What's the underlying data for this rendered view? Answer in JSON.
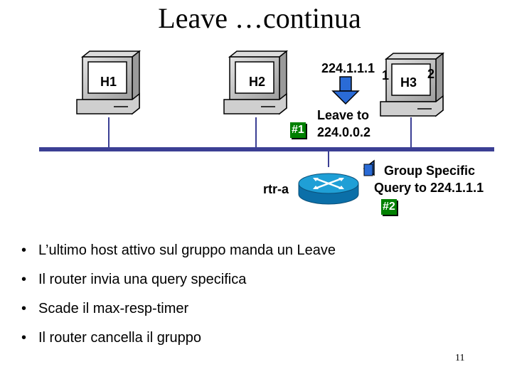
{
  "title": "Leave …continua",
  "hosts": {
    "h1": "H1",
    "h2": "H2",
    "h3": "H3"
  },
  "group_address": "224.1.1.1",
  "h3_side_labels": [
    "1",
    "2"
  ],
  "leave_message": {
    "line1": "Leave to",
    "line2": "224.0.0.2"
  },
  "router_label": "rtr-a",
  "query_message": {
    "line1": "Group Specific",
    "line2": "Query to 224.1.1.1"
  },
  "badges": {
    "first": "#1",
    "second": "#2"
  },
  "bullets": [
    "L’ultimo host attivo sul gruppo manda un Leave",
    "Il router invia una query specifica",
    "Scade il max-resp-timer",
    "Il router cancella il gruppo"
  ],
  "page_number": "11",
  "colors": {
    "lan_line": "#3b3f94",
    "router_fill": "#1f9fd6",
    "badge_fill": "#008000",
    "computer_body": "#c0c0c0",
    "screen": "#ffffff"
  }
}
